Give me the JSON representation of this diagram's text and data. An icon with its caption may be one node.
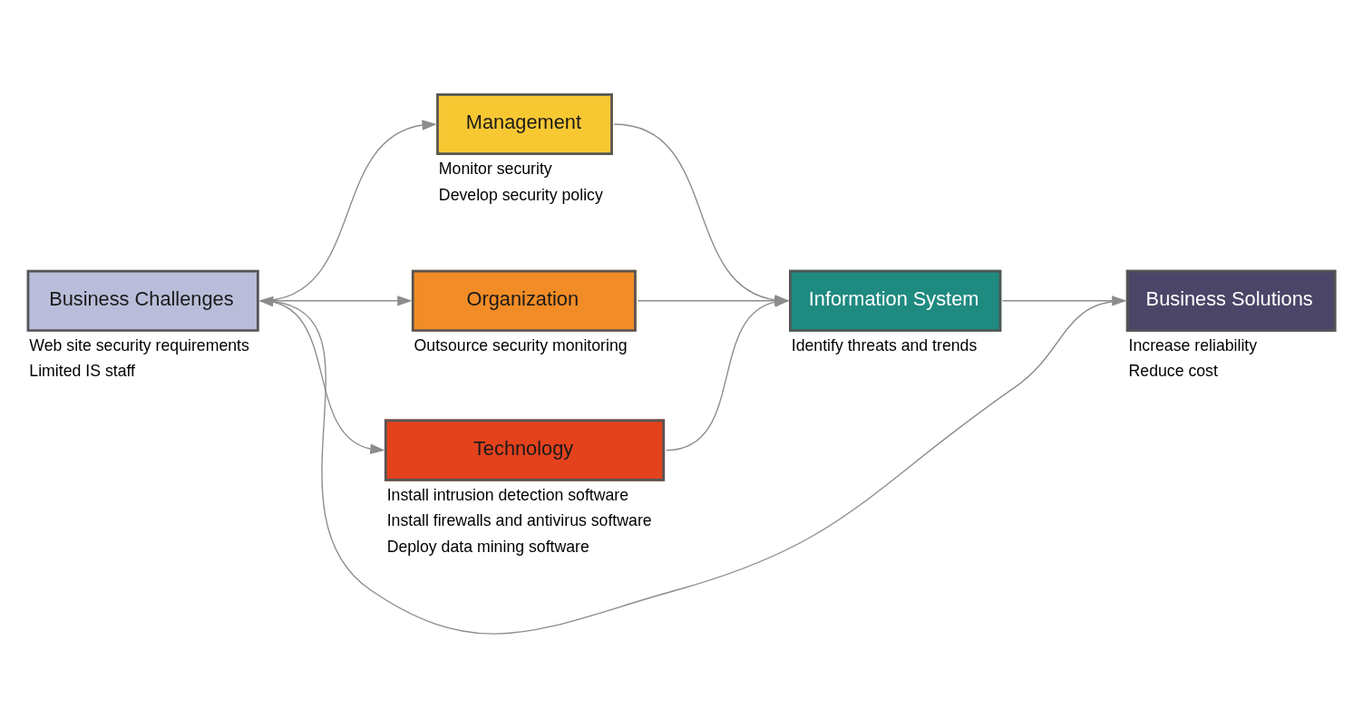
{
  "diagram": {
    "nodes": [
      {
        "text": [
          "Business Challenges"
        ],
        "beside": [
          "Web site security requirements",
          "Limited IS staff"
        ]
      },
      {
        "text": [
          "Management"
        ],
        "beside": [
          "Monitor security",
          "Develop security policy"
        ]
      },
      {
        "text": [
          "Organization"
        ],
        "beside": [
          "Outsource security monitoring"
        ]
      },
      {
        "text": [
          "Technology"
        ],
        "beside": [
          "Install intrusion detection software",
          "Install firewalls and antivirus software",
          "Deploy data mining software"
        ]
      },
      {
        "text": [
          "Information System"
        ],
        "beside": [
          "Identify threats and trends"
        ]
      },
      {
        "text": [
          "Business Solutions"
        ],
        "beside": [
          "Increase reliability",
          "Reduce cost"
        ]
      }
    ],
    "edges": [
      {
        "from": 0,
        "to": 1,
        "arrow": "to"
      },
      {
        "from": 0,
        "to": 2,
        "arrow": "to"
      },
      {
        "from": 0,
        "to": 3,
        "arrow": "to"
      },
      {
        "from": 1,
        "to": 4,
        "arrow": "to"
      },
      {
        "from": 2,
        "to": 4,
        "arrow": "to"
      },
      {
        "from": 3,
        "to": 4,
        "arrow": "to"
      },
      {
        "from": 4,
        "to": 5,
        "arrow": "to"
      },
      {
        "from": 5,
        "to": 0,
        "arrow": "to"
      }
    ]
  }
}
